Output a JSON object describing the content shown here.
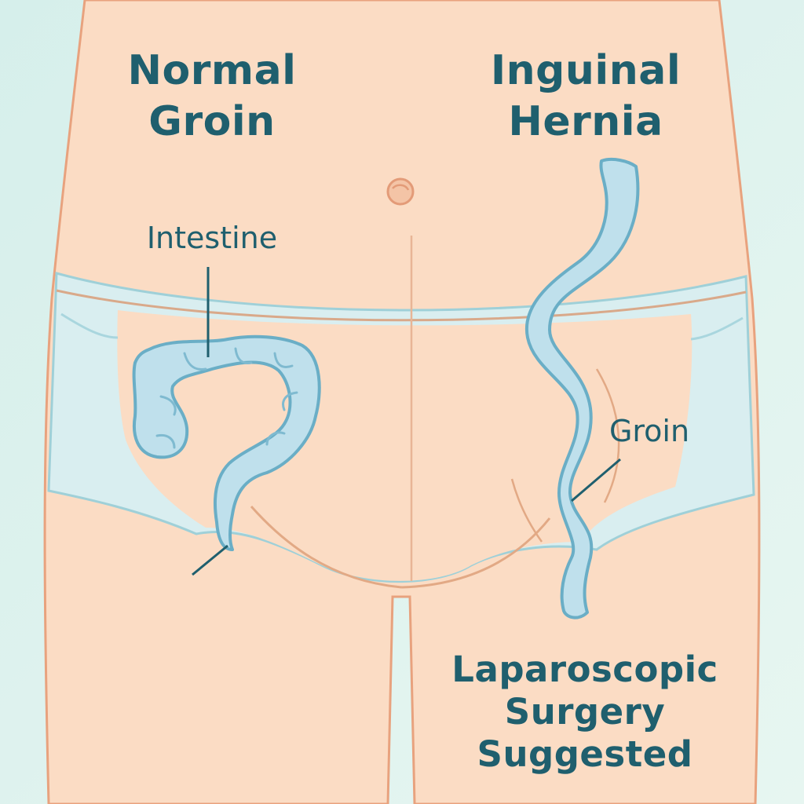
{
  "colors": {
    "background": "#dff2ee",
    "skin": "#fbdcc4",
    "skin_outline": "#e8a27e",
    "garment": "#d9eef0",
    "organ_fill": "#bfe0ec",
    "organ_outline": "#6aaec6",
    "text": "#1f5f6e"
  },
  "titles": {
    "left": [
      "Normal",
      "Groin"
    ],
    "right": [
      "Inguinal",
      "Hernia"
    ]
  },
  "callouts": {
    "intestine": "Intestine",
    "groin": "Groin"
  },
  "note": [
    "Laparoscopic",
    "Surgery",
    "Suggested"
  ],
  "icons": {
    "navel": "navel-icon"
  }
}
